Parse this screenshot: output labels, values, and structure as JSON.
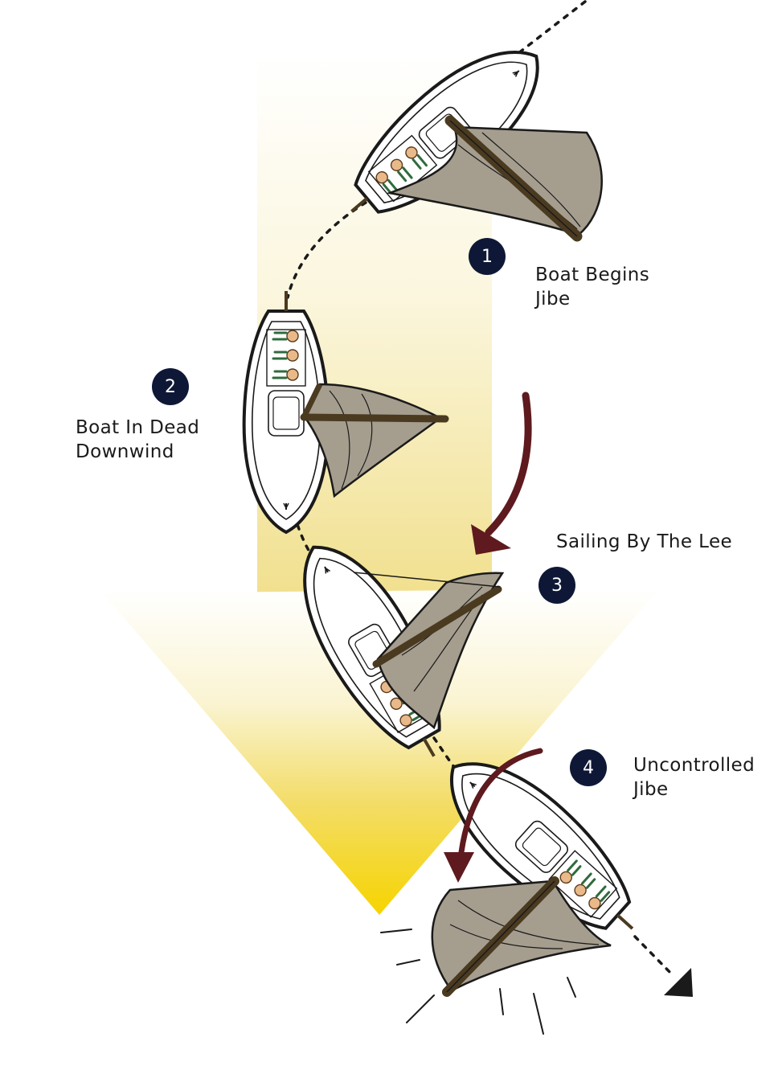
{
  "colors": {
    "wind_arrow_top": "#fdfcf7",
    "wind_arrow_bottom": "#f6d400",
    "turn_arrow": "#5e1a1e",
    "badge_fill": "#0e1836",
    "sail_fill": "#a59d8e",
    "boom": "#4a3a20",
    "hull_outline": "#1a1a1a"
  },
  "icons": {
    "wind": "wind-direction-arrow",
    "boat": "sailboat-top-view",
    "turn": "curved-turn-arrow",
    "impact": "impact-burst-lines"
  },
  "steps": [
    {
      "number": "1",
      "line1": "Boat Begins",
      "line2": "Jibe"
    },
    {
      "number": "2",
      "line1": "Boat In Dead",
      "line2": "Downwind"
    },
    {
      "number": "3",
      "line1": "Sailing By The Lee",
      "line2": ""
    },
    {
      "number": "4",
      "line1": "Uncontrolled",
      "line2": "Jibe"
    }
  ]
}
